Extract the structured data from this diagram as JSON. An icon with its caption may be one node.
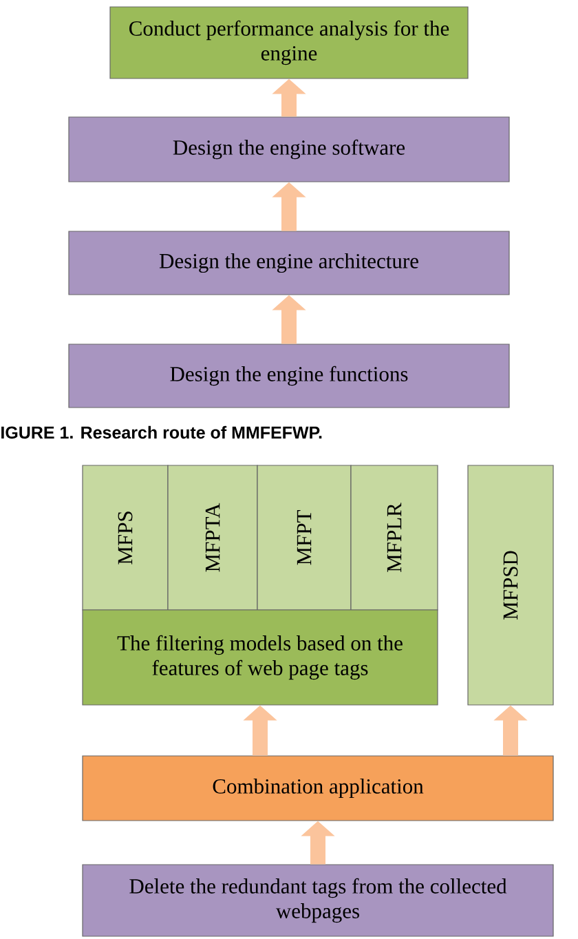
{
  "diagram": {
    "caption": "IGURE 1. Research route of MMFEFWP.",
    "nodes": [
      {
        "text": [
          "Conduct performance analysis for the engine"
        ]
      },
      {
        "text": [
          "Design the engine software"
        ]
      },
      {
        "text": [
          "Design the engine architecture"
        ]
      },
      {
        "text": [
          "Design the engine functions"
        ]
      },
      {
        "text": [
          "MFPS"
        ]
      },
      {
        "text": [
          "MFPTA"
        ]
      },
      {
        "text": [
          "MFPT"
        ]
      },
      {
        "text": [
          "MFPLR"
        ]
      },
      {
        "text": [
          "The filtering models based on the features of web page tags"
        ]
      },
      {
        "text": [
          "MFPSD"
        ]
      },
      {
        "text": [
          "Combination application"
        ]
      },
      {
        "text": [
          "Delete the redundant tags from the collected webpages"
        ]
      }
    ],
    "edges": [
      {
        "from": 3,
        "to": 2,
        "arrow": "to"
      },
      {
        "from": 2,
        "to": 1,
        "arrow": "to"
      },
      {
        "from": 1,
        "to": 0,
        "arrow": "to"
      },
      {
        "from": 11,
        "to": 10,
        "arrow": "to"
      },
      {
        "from": 10,
        "to": 8,
        "arrow": "to"
      },
      {
        "from": 10,
        "to": 9,
        "arrow": "to"
      }
    ]
  }
}
